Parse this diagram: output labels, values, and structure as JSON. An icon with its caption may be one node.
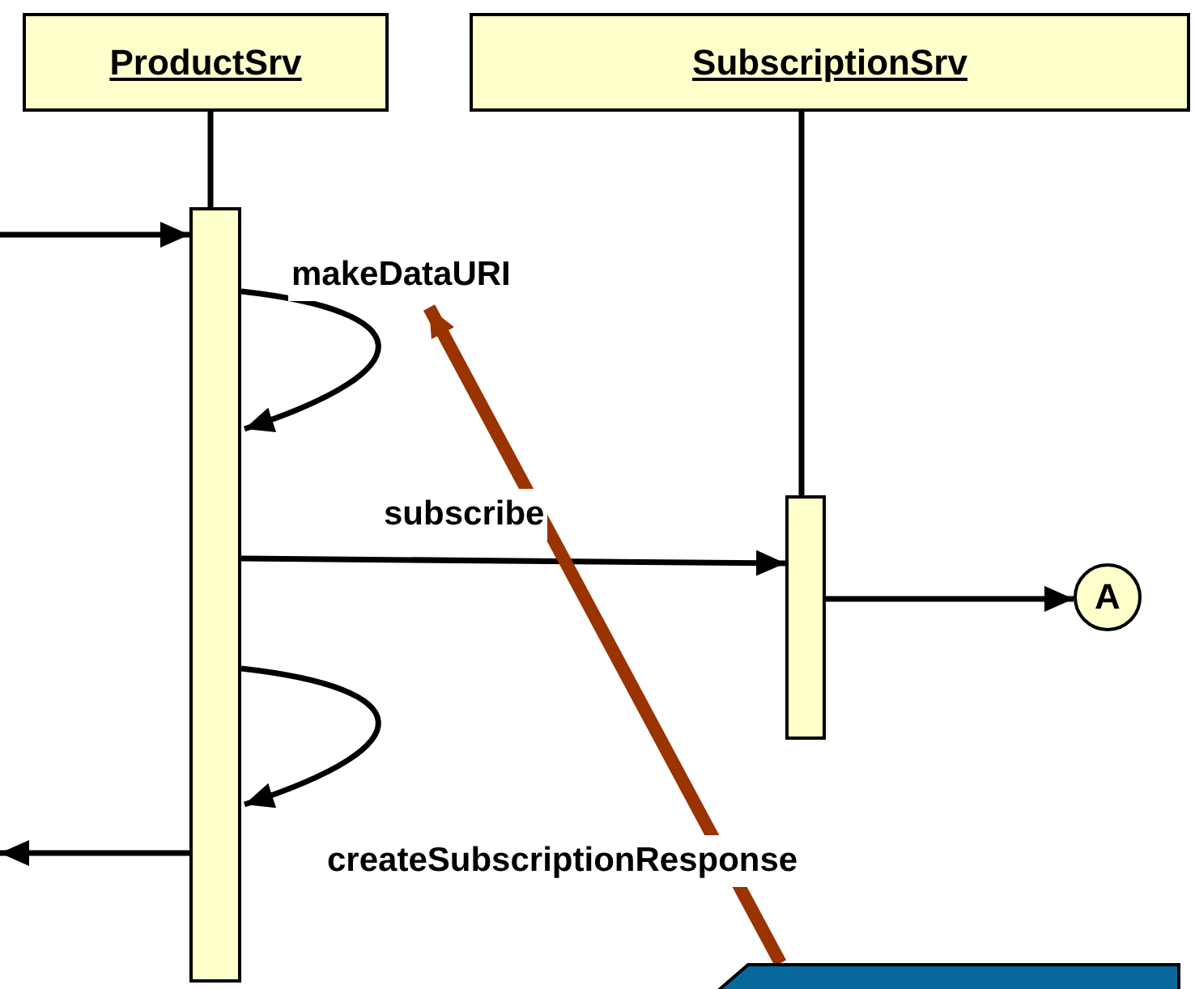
{
  "diagram": {
    "nodes": [
      {
        "text": [
          "ProductSrv"
        ]
      },
      {
        "text": [
          "SubscriptionSrv"
        ]
      },
      {
        "text": [],
        "shape": "bar"
      },
      {
        "text": [],
        "shape": "bar"
      },
      {
        "text": [
          "A"
        ]
      },
      {
        "text": [],
        "shape": "box"
      }
    ],
    "edges": [
      {
        "from": null,
        "to": 2,
        "arrow": "to"
      },
      {
        "from": 2,
        "to": 2,
        "arrow": "to",
        "label": "makeDataURI"
      },
      {
        "from": 2,
        "to": 3,
        "arrow": "to",
        "label": "subscribe"
      },
      {
        "from": 3,
        "to": 4,
        "arrow": "to"
      },
      {
        "from": 2,
        "to": 2,
        "arrow": "to"
      },
      {
        "from": 2,
        "to": null,
        "arrow": "to"
      },
      {
        "from": 0,
        "to": 2,
        "arrow": "none"
      },
      {
        "from": 1,
        "to": 3,
        "arrow": "none"
      },
      {
        "from": 5,
        "to": null,
        "arrow": "to",
        "style": "thick",
        "color": "#993300"
      }
    ],
    "labels": [
      "createSubscriptionResponse"
    ]
  }
}
